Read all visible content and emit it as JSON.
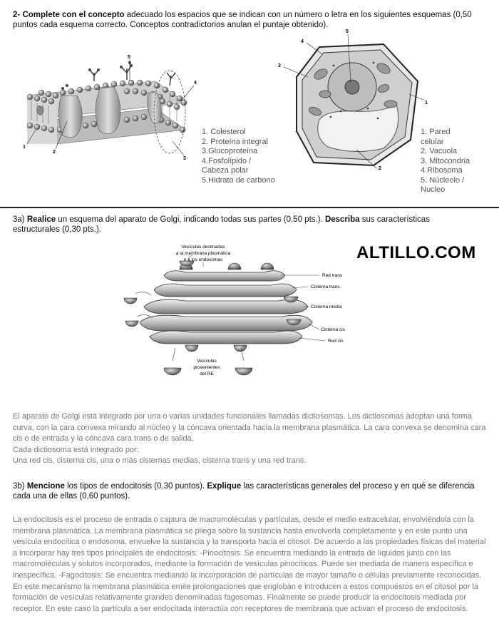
{
  "q2": {
    "number": "2-",
    "bold": "Complete con el concepto",
    "rest": " adecuado los espacios que se indican con un número o letra en los siguientes esquemas (0,50 puntos cada esquema correcto. Conceptos contradictorios anulan el puntaje obtenido)."
  },
  "membrane": {
    "labels": [
      "1",
      "2",
      "3",
      "4",
      "5"
    ],
    "legend": [
      "1. Colesterol",
      "2. Proteína integral",
      "3.Glucoproteína",
      "4.Fosfolípido /",
      "Cabeza polar",
      "5.Hidrato de carbono"
    ]
  },
  "plant_cell": {
    "labels": [
      "1",
      "2",
      "3",
      "4",
      "5"
    ],
    "legend": [
      "1. Pared",
      "celular",
      "2. Vacuola",
      "3. Mitocondria",
      "4.Ribosoma",
      "5. Núcleolo /",
      "Nucleo"
    ]
  },
  "q3a": {
    "number": "3a)",
    "bold1": "Realice",
    "mid": " un esquema del aparato de Golgi, indicando todas sus partes  (0,50 pts.). ",
    "bold2": "Describa",
    "rest": " sus características estructurales (0,30 pts.)."
  },
  "watermark": "ALTILLO.COM",
  "golgi": {
    "top_label": [
      "Vesículas destinadas",
      "a la membrana plasmática",
      "o a los endosomas"
    ],
    "side_labels": [
      "Red trans",
      "Cisterna trans",
      "Cisterna media",
      "Cisterna cis",
      "Red cis"
    ],
    "bottom_label": [
      "Vesículas",
      "provenientes",
      "del RE"
    ]
  },
  "answer_3a": [
    "El aparato de Golgi está integrado por una o varias unidades funcionales llamadas dictiosomas. Los dictiosomas adoptan una forma curva, con la cara convexa mirando al núcleo y la cóncava orientada hacia la membrana plasmática. La cara convexa se denomina cara cis o de entrada y la cóncava cara trans o de salida.",
    "Cada dictiosoma está integrado por:",
    "Una red cis,  cisterna cis, una o más cisternas medias, cisterna trans y una red trans."
  ],
  "q3b": {
    "number": "3b)",
    "bold1": "Mencione",
    "mid": "  los  tipos de endocitosis (0,30 puntos). ",
    "bold2": "Explique",
    "rest": " las características generales del proceso y en qué se diferencia cada una de ellas (0,60 puntos)."
  },
  "answer_3b": "La endocitosis es el proceso de entrada o captura de macromoléculas y partículas, desde el medio extracelular, envolviéndola con la membrana plasmática. La membrana plasmática se pliega sobre la sustancia hasta envolverla completamente y en este punto una vesícula endocítica o endosoma, envuelve la sustancia y la transporta hacia el citosol. De acuerdo a las propiedades físicas del material a incorporar hay tres tipos principales de endocitosis: -Pinocitosis: Se encuentra mediando la entrada de líquidos junto con las macromoléculas y solutos incorporados, mediante la formación de vesículas pinocíticas. Puede ser mediada de manera específica e inespecífica. -Fagocitosis: Se encuentra mediando la incorporación de partículas de mayor tamaño o células previamente reconocidas. En este mecanismo la membrana plasmática emite prolongaciones que engloban e introducen a estos compuestos en el citosol por la formación de vesículas relativamente grandes denominadas fagosomas. Finalmente se puede producir la endocitosis mediada por receptor. En este caso la partícula a ser endocitada interactúa con receptores de membrana que activan el proceso de endocitosis."
}
